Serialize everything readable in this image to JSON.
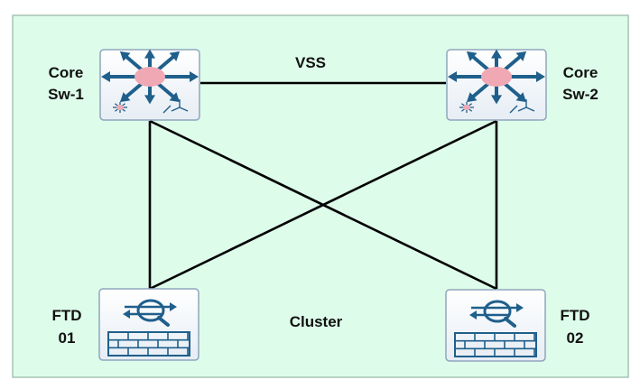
{
  "colors": {
    "background": "#ddfcea",
    "border": "#a6c4b4",
    "device_face": "#f2f6fa",
    "device_border": "#8fa6bc",
    "icon_blue": "#1f5f8b",
    "switch_hub": "#f0a9b4",
    "link": "#000000"
  },
  "labels": {
    "core_sw1_line1": "Core",
    "core_sw1_line2": "Sw-1",
    "core_sw2_line1": "Core",
    "core_sw2_line2": "Sw-2",
    "vss": "VSS",
    "ftd01_line1": "FTD",
    "ftd01_line2": "01",
    "ftd02_line1": "FTD",
    "ftd02_line2": "02",
    "cluster": "Cluster"
  },
  "icons": {
    "switch": "layer3-switch-icon",
    "firewall": "firewall-ftd-icon"
  }
}
